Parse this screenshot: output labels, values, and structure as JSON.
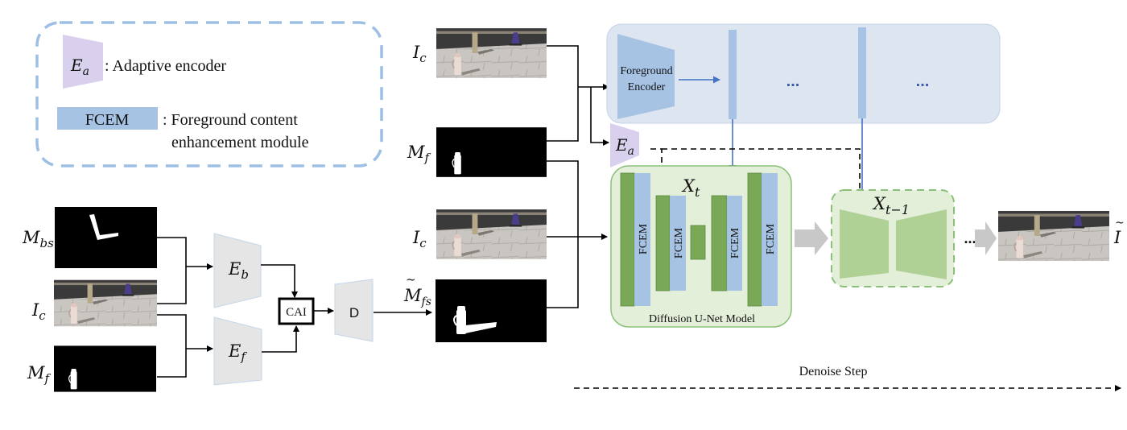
{
  "legend": {
    "encoder_symbol": "E",
    "encoder_sub": "a",
    "encoder_desc": ": Adaptive encoder",
    "fcem_label": "FCEM",
    "fcem_desc_line1": ": Foreground content",
    "fcem_desc_line2": "enhancement module"
  },
  "left": {
    "labels": [
      {
        "main": "M",
        "sub": "bs"
      },
      {
        "main": "I",
        "sub": "c"
      },
      {
        "main": "M",
        "sub": "f"
      }
    ],
    "encoder_b": {
      "main": "E",
      "sub": "b"
    },
    "encoder_f": {
      "main": "E",
      "sub": "f"
    },
    "cai_label": "CAI",
    "decoder_label": "D",
    "output_label": {
      "main": "M",
      "sub": "fs",
      "accent": "~"
    }
  },
  "middle": {
    "labels": [
      {
        "main": "I",
        "sub": "c"
      },
      {
        "main": "M",
        "sub": "f"
      },
      {
        "main": "I",
        "sub": "c"
      }
    ]
  },
  "foreground_encoder": {
    "label_line1": "Foreground",
    "label_line2": "Encoder",
    "ellipsis_1": "...",
    "ellipsis_2": "..."
  },
  "adaptive_encoder": {
    "main": "E",
    "sub": "a"
  },
  "unet": {
    "title": "Diffusion U-Net Model",
    "state": {
      "main": "X",
      "sub": "t"
    },
    "fcem_blocks": [
      "FCEM",
      "FCEM",
      "FCEM",
      "FCEM"
    ]
  },
  "next_step": {
    "state": {
      "main": "X",
      "sub": "t−1"
    }
  },
  "output": {
    "ellipsis": "...",
    "label": {
      "main": "I",
      "accent": "~"
    }
  },
  "denoise": {
    "label": "Denoise Step"
  },
  "colors": {
    "legend_border": "#9dbfe3",
    "fcem_blue": "#a6c3e3",
    "encoder_purple": "#d9d0ee",
    "fg_panel": "#dde5f1",
    "fg_encoder": "#a6c3e3",
    "unet_bg": "#e3efd9",
    "unet_border": "#8cc07a",
    "unet_green": "#79a957",
    "next_fill": "#b0d196",
    "gray_block": "#e5e5e5",
    "gray_arrow": "#c8c8c8",
    "blue_arrow": "#4472c4"
  }
}
